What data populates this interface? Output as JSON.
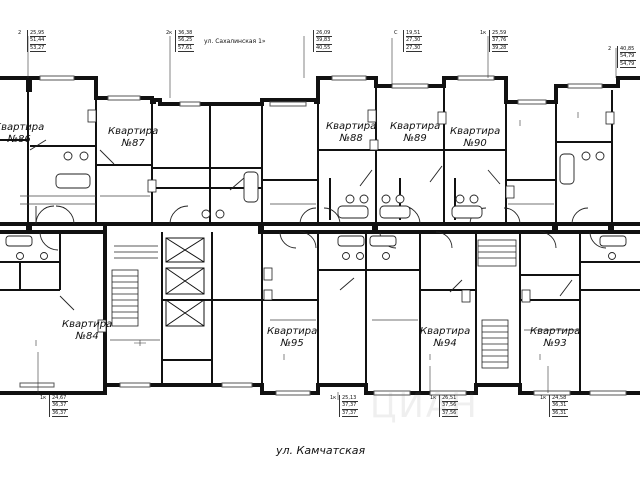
{
  "streets": {
    "bottom": "ул. Камчатская",
    "top": "ул. Сахалинская 1»"
  },
  "watermark": "ЦИАН",
  "apartments": [
    {
      "id": "apt-86",
      "line1": "Квартира",
      "line2": "№86",
      "clipped": true
    },
    {
      "id": "apt-87",
      "line1": "Квартира",
      "line2": "№87"
    },
    {
      "id": "apt-88",
      "line1": "Квартира",
      "line2": "№88"
    },
    {
      "id": "apt-89",
      "line1": "Квартира",
      "line2": "№89"
    },
    {
      "id": "apt-90",
      "line1": "Квартира",
      "line2": "№90"
    },
    {
      "id": "apt-84",
      "line1": "Квартира",
      "line2": "№84"
    },
    {
      "id": "apt-95",
      "line1": "Квартира",
      "line2": "№95"
    },
    {
      "id": "apt-94",
      "line1": "Квартира",
      "line2": "№94"
    },
    {
      "id": "apt-93",
      "line1": "Квартира",
      "line2": "№93"
    }
  ],
  "area_tags": [
    {
      "rooms": "2",
      "values": [
        "25,95",
        "51,44",
        "53,27"
      ]
    },
    {
      "rooms": "2к",
      "values": [
        "36,38",
        "56,25",
        "57,61"
      ]
    },
    {
      "rooms": "",
      "values": [
        "26,09",
        "39,83",
        "40,55"
      ]
    },
    {
      "rooms": "С",
      "values": [
        "19,51",
        "27,30",
        "27,30"
      ]
    },
    {
      "rooms": "1к",
      "values": [
        "25,59",
        "37,76",
        "39,28"
      ]
    },
    {
      "rooms": "2",
      "values": [
        "40,85",
        "54,79",
        "54,79"
      ]
    },
    {
      "rooms": "1к",
      "values": [
        "24,67",
        "36,37",
        "36,37"
      ]
    },
    {
      "rooms": "1к",
      "values": [
        "25,13",
        "37,37",
        "37,37"
      ]
    },
    {
      "rooms": "1к",
      "values": [
        "26,51",
        "37,56",
        "37,56"
      ]
    },
    {
      "rooms": "1к",
      "values": [
        "24,58",
        "36,31",
        "36,31"
      ]
    }
  ]
}
